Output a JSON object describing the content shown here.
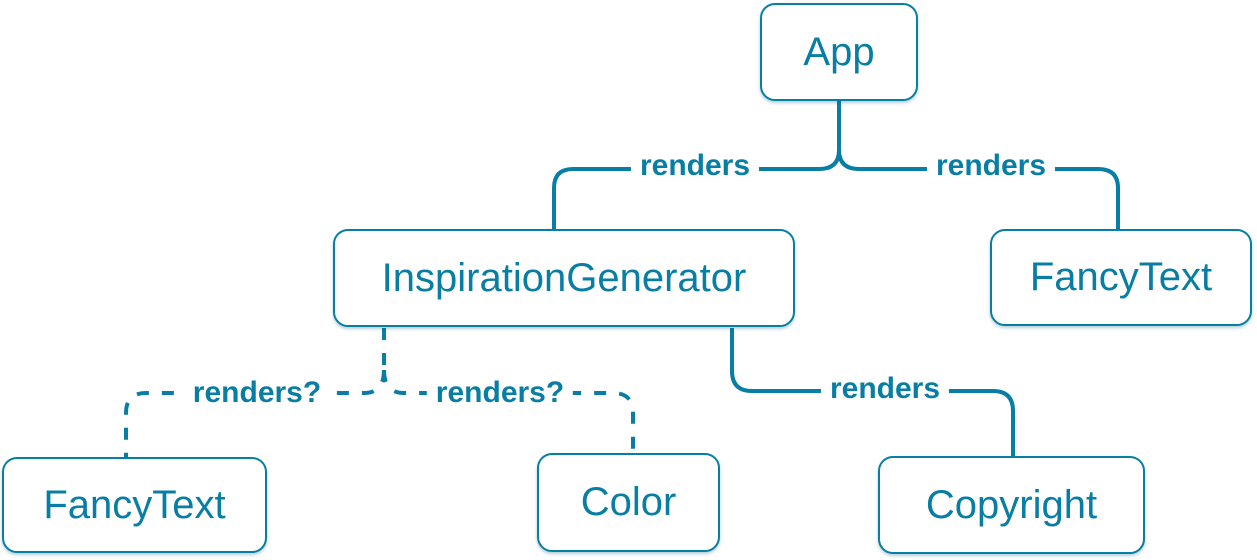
{
  "diagram": {
    "accent_color": "#087ea4",
    "background_color": "#ffffff",
    "nodes": [
      {
        "id": "app",
        "label": "App"
      },
      {
        "id": "inspiration-generator",
        "label": "InspirationGenerator"
      },
      {
        "id": "fancy-text-top",
        "label": "FancyText"
      },
      {
        "id": "fancy-text-bottom",
        "label": "FancyText"
      },
      {
        "id": "color",
        "label": "Color"
      },
      {
        "id": "copyright",
        "label": "Copyright"
      }
    ],
    "edges": [
      {
        "from": "App",
        "to": "InspirationGenerator",
        "label": "renders",
        "style": "solid"
      },
      {
        "from": "App",
        "to": "FancyText",
        "label": "renders",
        "style": "solid"
      },
      {
        "from": "InspirationGenerator",
        "to": "FancyText",
        "label": "renders?",
        "style": "dashed"
      },
      {
        "from": "InspirationGenerator",
        "to": "Color",
        "label": "renders?",
        "style": "dashed"
      },
      {
        "from": "InspirationGenerator",
        "to": "Copyright",
        "label": "renders",
        "style": "solid"
      }
    ]
  }
}
